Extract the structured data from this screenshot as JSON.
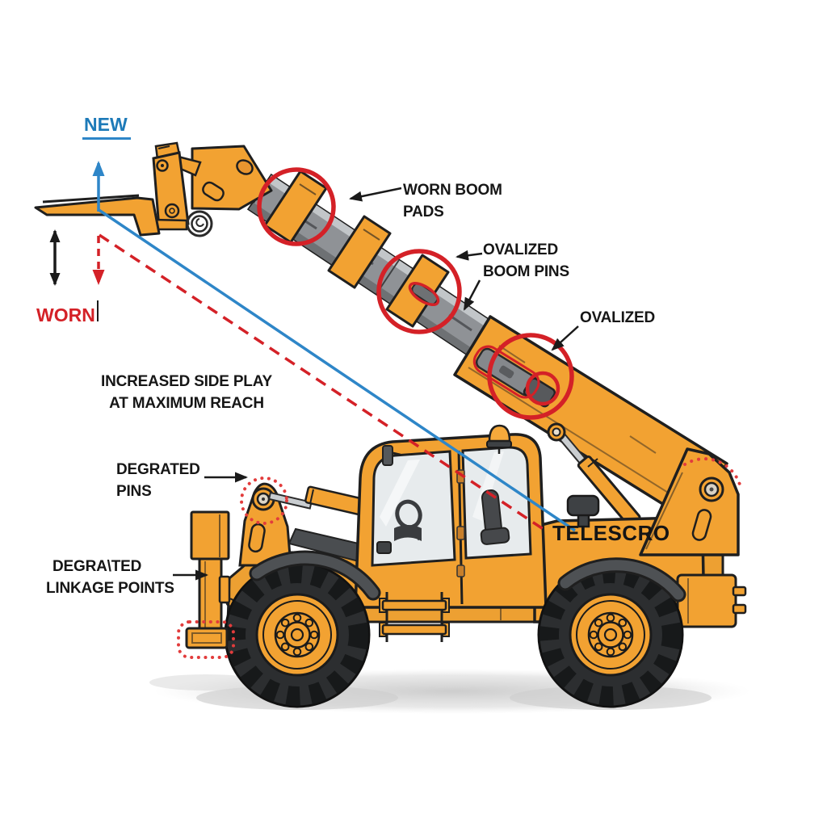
{
  "diagram": {
    "brand": "TELESCRO",
    "labels": {
      "new": "NEW",
      "worn": "WORN",
      "worn_boom_pads": {
        "lines": [
          "WORN BOOM",
          "PADS"
        ]
      },
      "ovalized_boom_pins": {
        "lines": [
          "OVALIZED",
          "BOOM PINS"
        ]
      },
      "ovalized": "OVALIZED",
      "increased_side_play": {
        "lines": [
          "INCREASED SIDE PLAY",
          "AT MAXIMUM REACH"
        ]
      },
      "degrated_pins": {
        "lines": [
          "DEGRATED",
          "PINS"
        ]
      },
      "degraded_linkage_points": {
        "lines": [
          "DEGRA\\TED",
          "LINKAGE POINTS"
        ]
      }
    },
    "colors": {
      "machine_orange": "#F2A232",
      "annotation_red": "#D42127",
      "annotation_blue": "#2E86C8",
      "text_black": "#161616",
      "boom_grey": "#8F9296",
      "window_grey": "#E7EBED",
      "tire_black": "#2C2E30",
      "trim_dark_grey": "#4A4D50"
    }
  }
}
